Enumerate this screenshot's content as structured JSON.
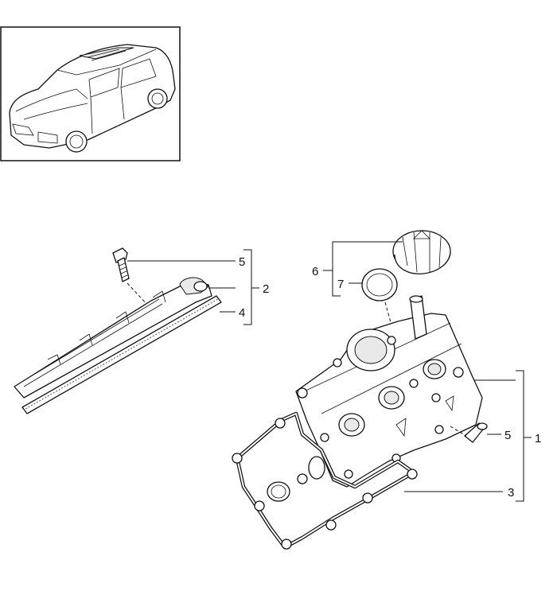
{
  "diagram": {
    "callouts": {
      "bolt_top": "5",
      "cover_strip": "2",
      "gasket_strip": "4",
      "cap_group": "6",
      "seal_ring": "7",
      "bolt_right": "5",
      "valve_cover": "1",
      "cover_gasket": "3"
    },
    "icons": {
      "thumbnail": "vehicle-thumbnail-icon",
      "bolt": "bolt-icon",
      "oil_cap": "oil-filler-cap-icon",
      "seal": "seal-ring-icon",
      "cover": "valve-cover-icon",
      "gasket": "gasket-icon",
      "strip": "cover-strip-icon"
    }
  }
}
